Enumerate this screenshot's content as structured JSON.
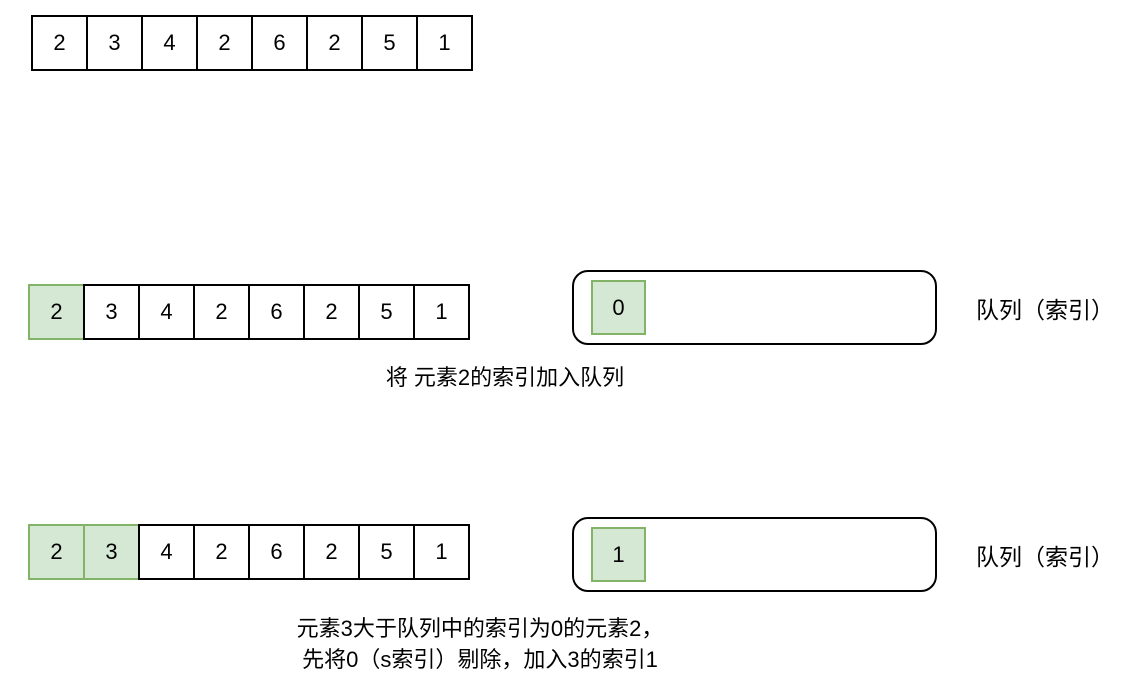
{
  "colors": {
    "highlight_fill": "#d5e8d4",
    "highlight_border": "#82b366",
    "outline": "#000000",
    "background": "#ffffff"
  },
  "intro_array": {
    "values": [
      "2",
      "3",
      "4",
      "2",
      "6",
      "2",
      "5",
      "1"
    ],
    "highlighted_indices": []
  },
  "step1": {
    "array_values": [
      "2",
      "3",
      "4",
      "2",
      "6",
      "2",
      "5",
      "1"
    ],
    "highlighted_indices": [
      0
    ],
    "queue_items": [
      "0"
    ],
    "queue_label": "队列（索引）",
    "caption": "将 元素2的索引加入队列"
  },
  "step2": {
    "array_values": [
      "2",
      "3",
      "4",
      "2",
      "6",
      "2",
      "5",
      "1"
    ],
    "highlighted_indices": [
      0,
      1
    ],
    "queue_items": [
      "1"
    ],
    "queue_label": "队列（索引）",
    "caption_line1": "元素3大于队列中的索引为0的元素2，",
    "caption_line2": "先将0（s索引）剔除，加入3的索引1"
  }
}
